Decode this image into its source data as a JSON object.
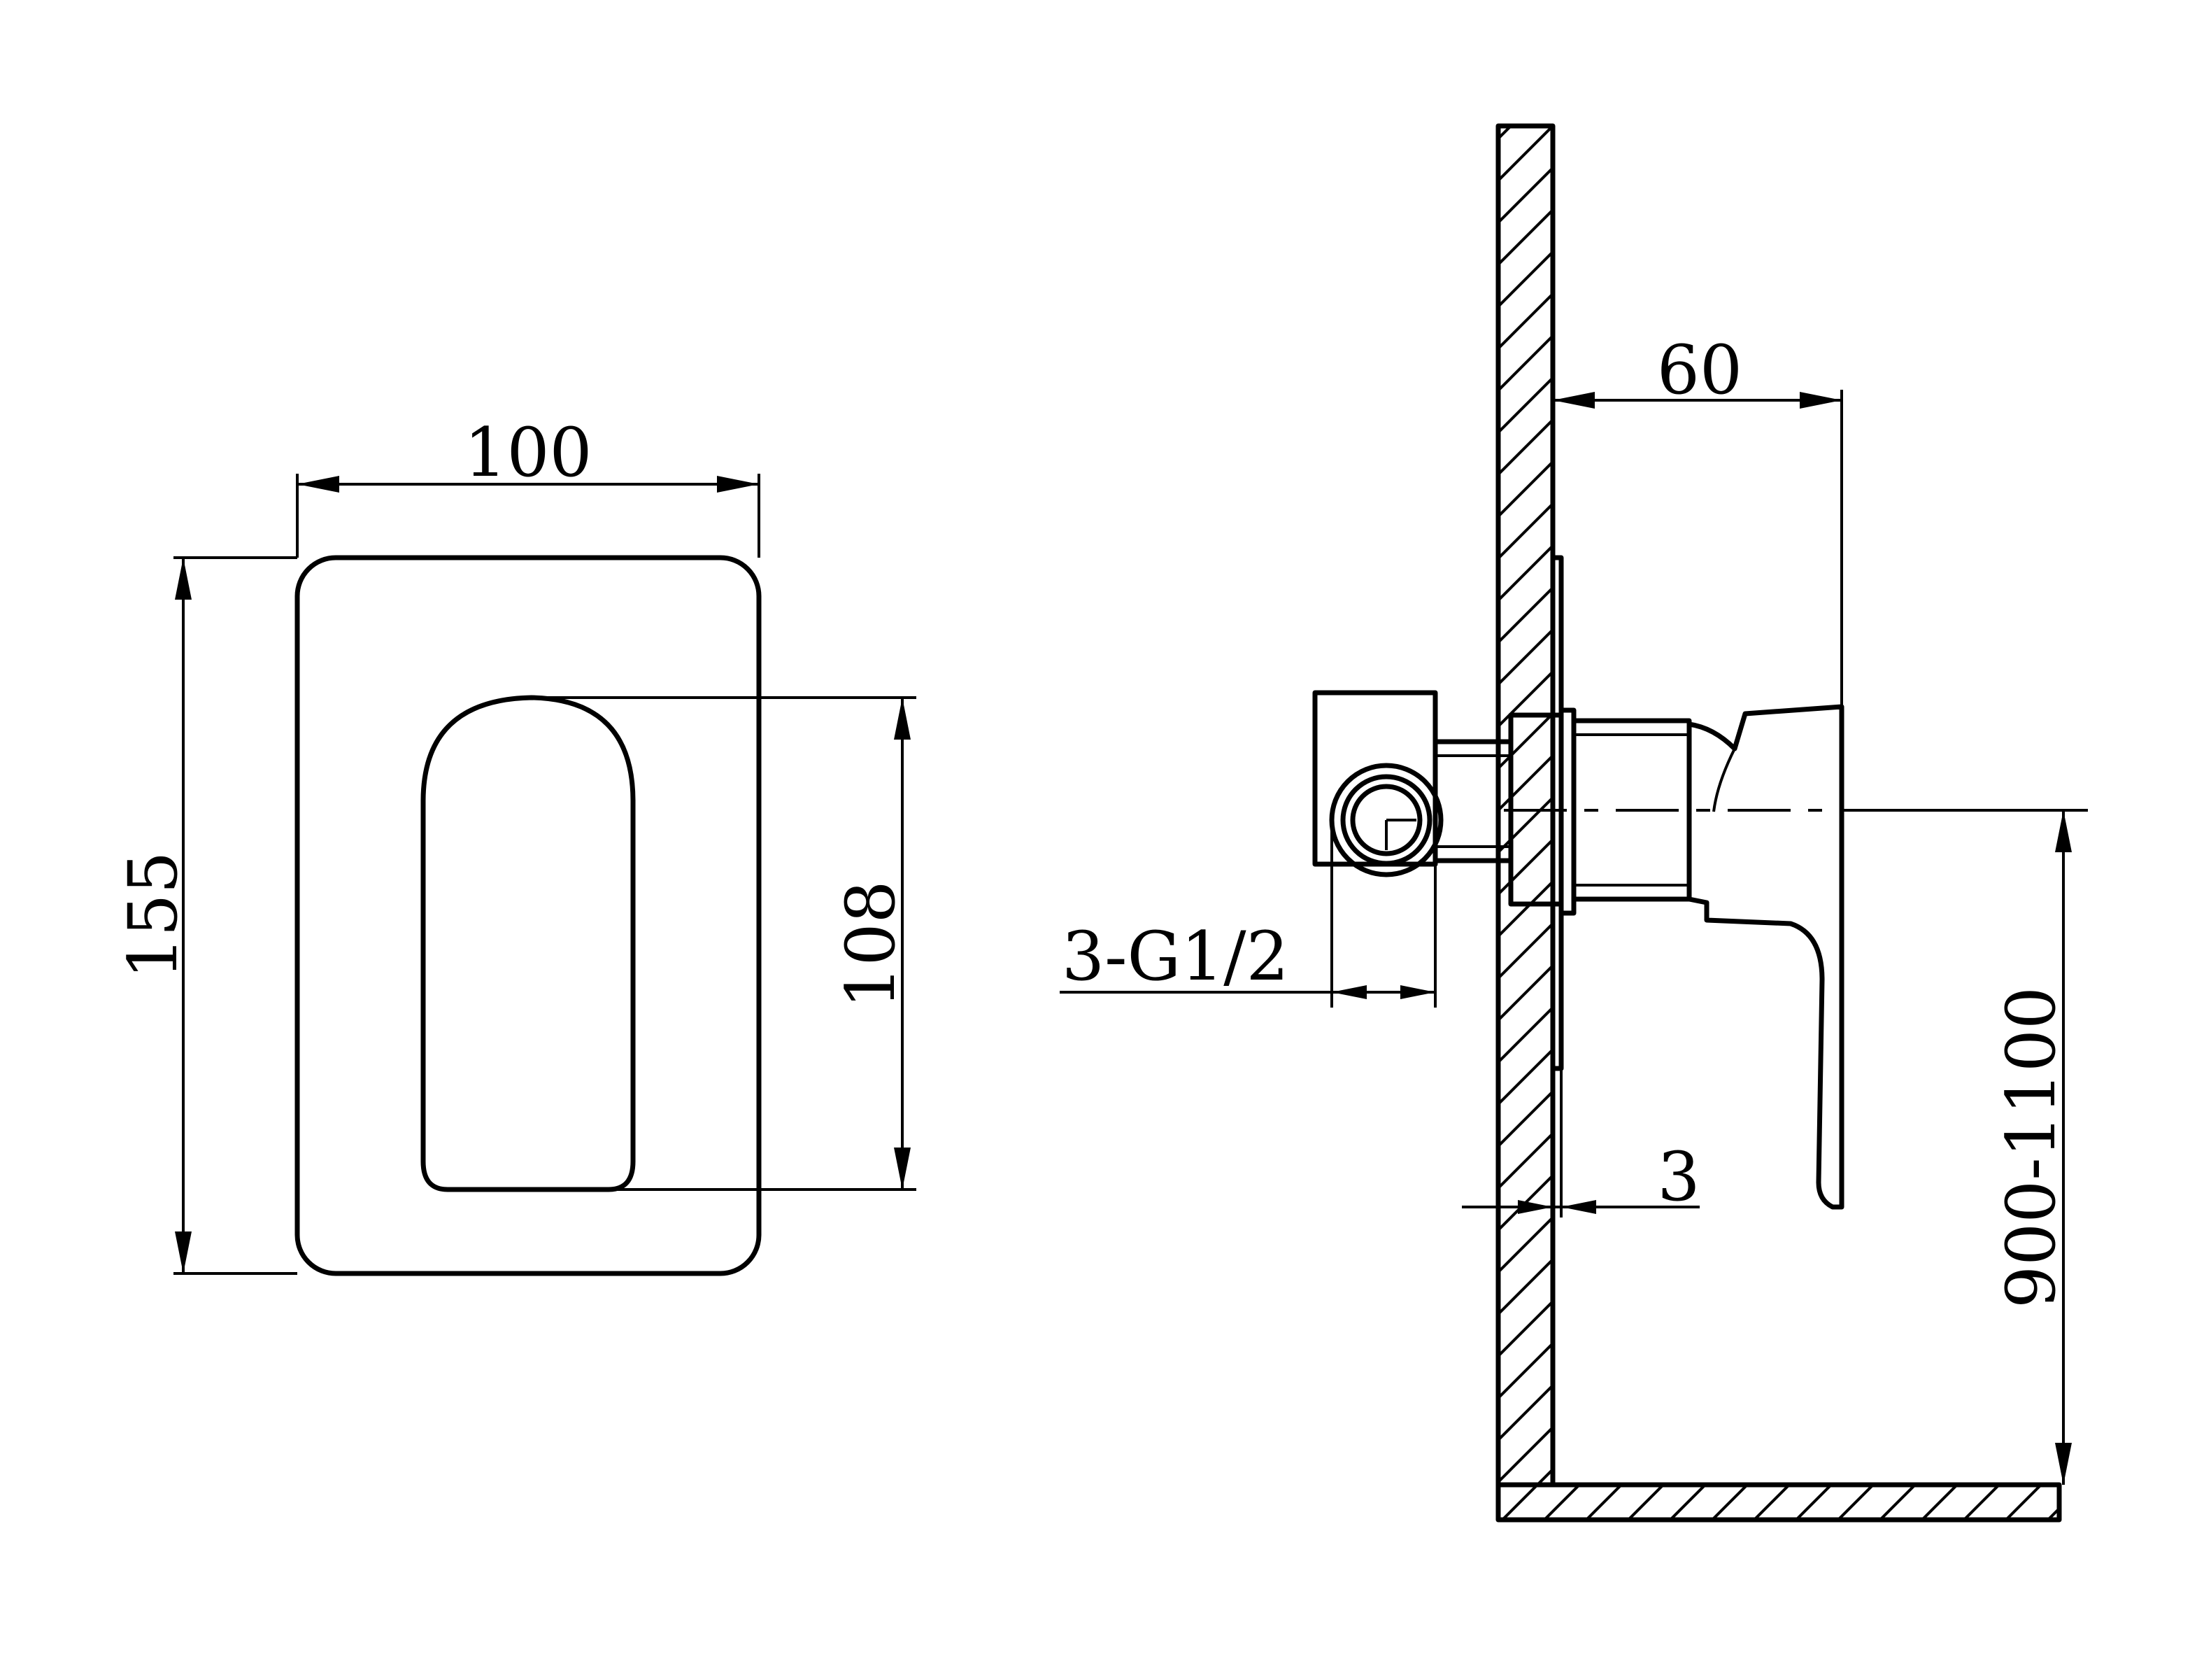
{
  "front_view": {
    "width_label": "100",
    "height_label": "155",
    "handle_height_label": "108"
  },
  "side_view": {
    "projection_label": "60",
    "inlet_label": "3-G1/2",
    "plate_thickness_label": "3",
    "mounting_height_label": "900-1100"
  },
  "colors": {
    "line": "#000000",
    "background": "#ffffff"
  }
}
